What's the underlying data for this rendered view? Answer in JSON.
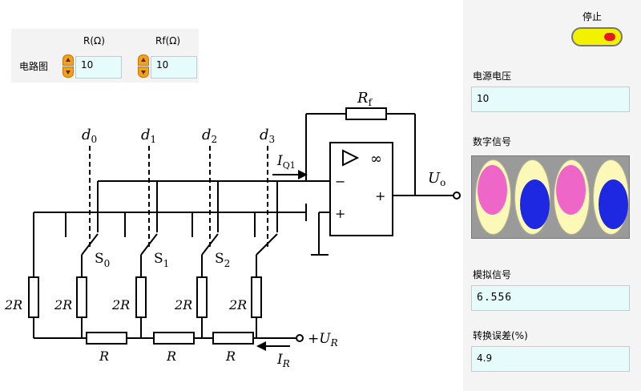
{
  "stop_button": {
    "label": "停止"
  },
  "inputs": {
    "row_label": "电路图",
    "r": {
      "header": "R(Ω)",
      "value": "10"
    },
    "rf": {
      "header": "Rf(Ω)",
      "value": "10"
    }
  },
  "panel": {
    "supply_label": "电源电压",
    "supply_value": "10",
    "digital_label": "数字信号",
    "digital_bits": [
      1,
      0,
      1,
      0
    ],
    "analog_label": "模拟信号",
    "analog_value": "6.556",
    "error_label": "转换误差(%)",
    "error_value": "4.9"
  },
  "circuit": {
    "rf_label": "R",
    "rf_sub": "f",
    "opamp_inf": "∞",
    "iq_label": "I",
    "iq_sub": "Q1",
    "uo_label": "U",
    "uo_sub": "o",
    "minus": "−",
    "plus": "+",
    "d_labels": [
      {
        "main": "d",
        "sub": "0"
      },
      {
        "main": "d",
        "sub": "1"
      },
      {
        "main": "d",
        "sub": "2"
      },
      {
        "main": "d",
        "sub": "3"
      }
    ],
    "s_labels": [
      {
        "main": "S",
        "sub": "0"
      },
      {
        "main": "S",
        "sub": "1"
      },
      {
        "main": "S",
        "sub": "2"
      }
    ],
    "two_r_labels": [
      "2R",
      "2R",
      "2R",
      "2R",
      "2R"
    ],
    "r_labels": [
      "R",
      "R",
      "R"
    ],
    "ur_label": "+U",
    "ur_sub": "R",
    "ir_label": "I",
    "ir_sub": "R"
  },
  "colors": {
    "led_on": "#ee66c8",
    "led_off": "#1e28e0",
    "led_bg": "#fbf8b8",
    "field_bg": "#e6fbfb",
    "spinner": "#f2a020",
    "stop_button": "#f2f200",
    "stop_indicator": "#e8181e"
  }
}
